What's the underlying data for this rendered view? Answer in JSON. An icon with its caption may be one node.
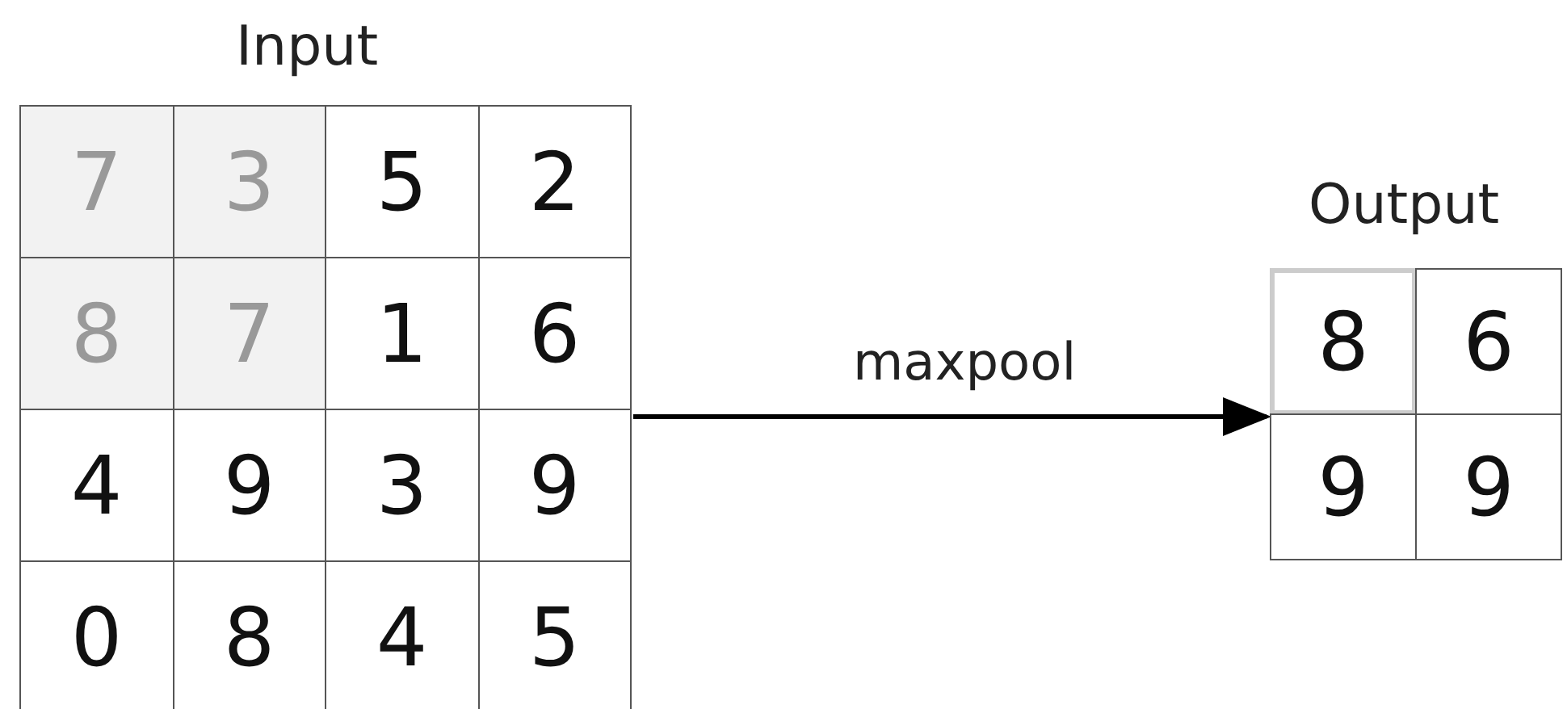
{
  "diagram": {
    "nodes": [
      {
        "text": [
          "Input"
        ]
      },
      {
        "text": [
          "Output"
        ]
      }
    ],
    "edges": [
      {
        "from": 0,
        "to": 1,
        "arrow": "to",
        "label": "maxpool"
      }
    ],
    "labels": [
      "7",
      "3",
      "5",
      "2",
      "8",
      "7",
      "1",
      "6",
      "4",
      "9",
      "3",
      "9",
      "0",
      "8",
      "4",
      "5",
      "8",
      "6",
      "9",
      "9"
    ]
  }
}
